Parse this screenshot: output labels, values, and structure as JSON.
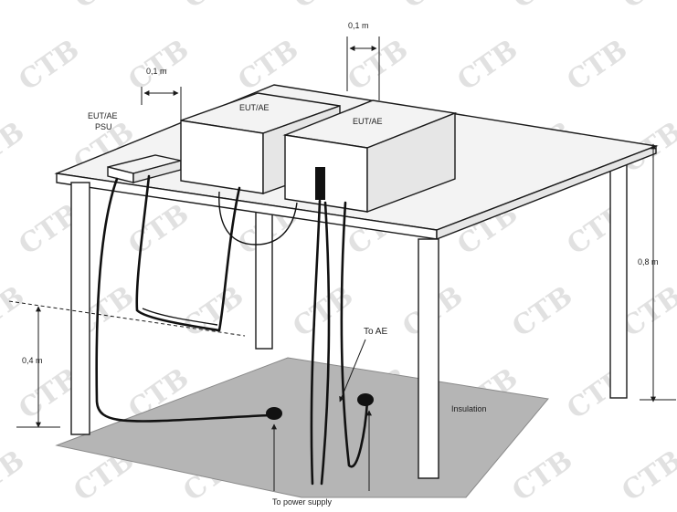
{
  "labels": {
    "eut_ae_psu": [
      "EUT/AE",
      "PSU"
    ],
    "eut_ae_left": "EUT/AE",
    "eut_ae_right": "EUT/AE",
    "gap_left": "0,1 m",
    "gap_right": "0,1 m",
    "table_height": "0,8 m",
    "cable_height": "0,4 m",
    "to_ae": "To AE",
    "insulation": "Insulation",
    "to_power_supply": "To power supply"
  },
  "watermark": {
    "text": "CTB",
    "color": "#bdbdbd"
  },
  "colors": {
    "line": "#1a1a1a",
    "insulation": "#b5b5b5",
    "background": "#ffffff"
  }
}
